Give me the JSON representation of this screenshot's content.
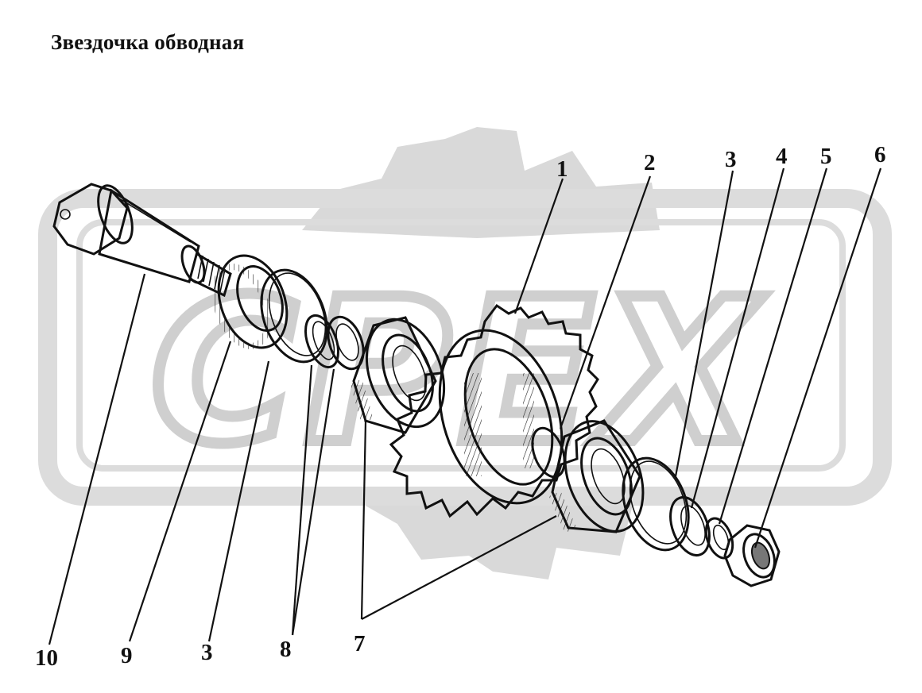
{
  "title": "Звездочка обводная",
  "watermark": {
    "text": "CPEX",
    "color": "#d4d4d4"
  },
  "callouts": {
    "c1": "1",
    "c2": "2",
    "c3a": "3",
    "c4": "4",
    "c5": "5",
    "c6": "6",
    "c7": "7",
    "c8": "8",
    "c3b": "3",
    "c9": "9",
    "c10": "10"
  }
}
